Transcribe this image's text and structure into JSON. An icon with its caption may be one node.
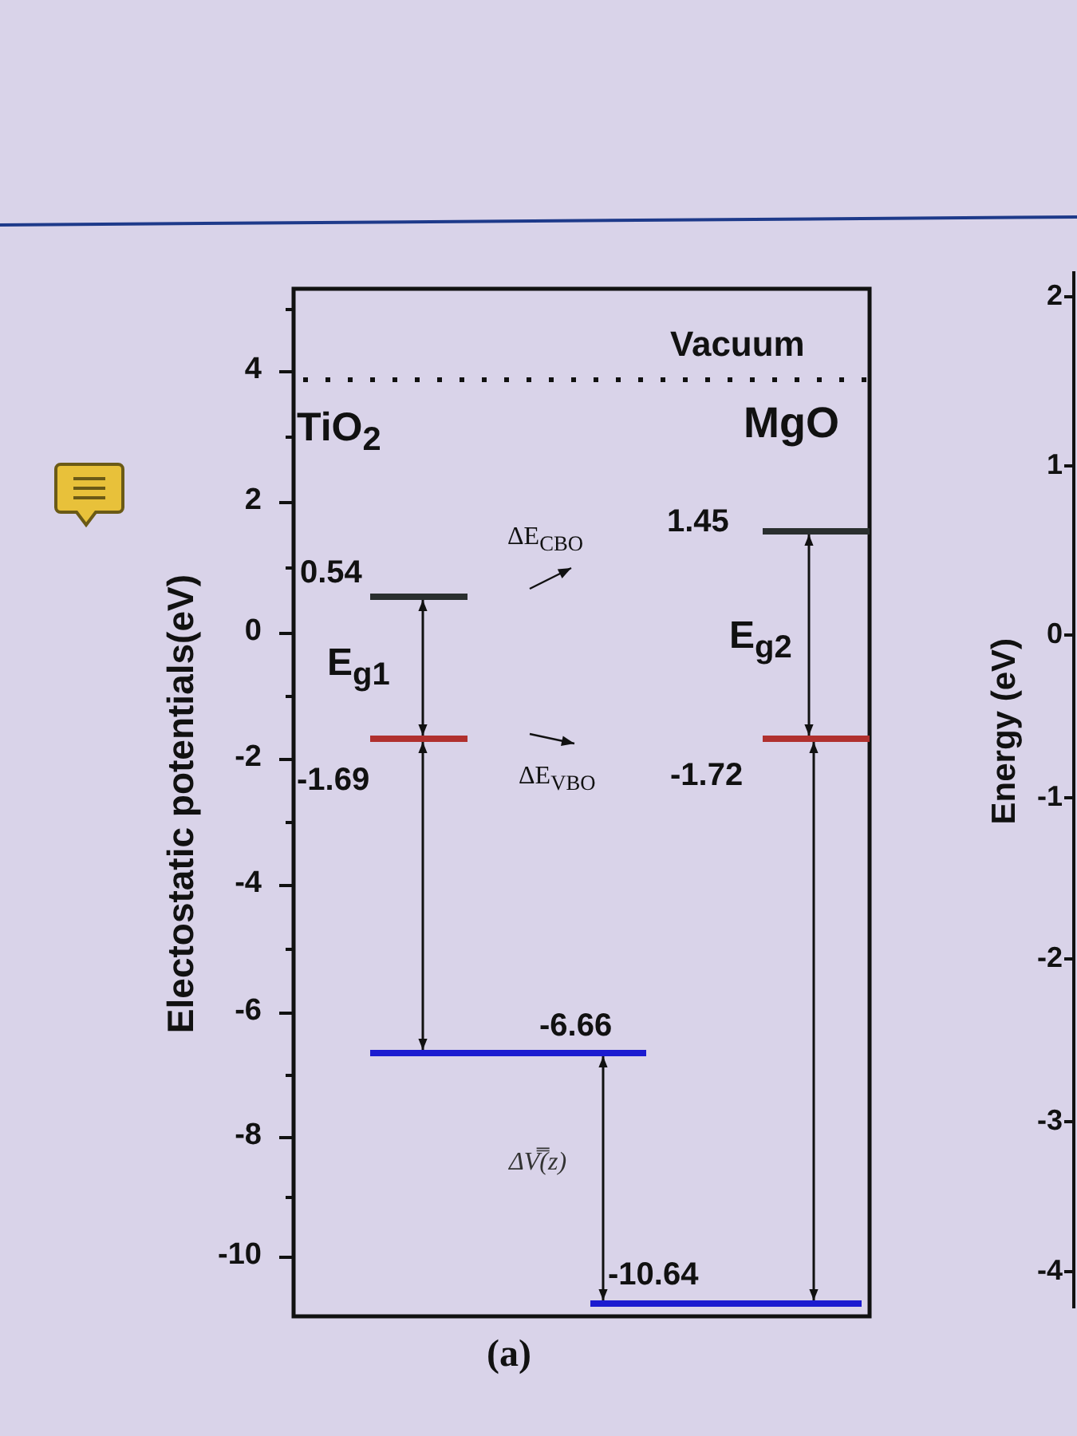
{
  "diagram": {
    "nodes": [
      {
        "text": [],
        "shape": "bar",
        "beside": [
          "0.54"
        ]
      },
      {
        "text": [],
        "shape": "bar",
        "beside": [
          "-1.69"
        ]
      },
      {
        "text": [],
        "shape": "bar",
        "beside": [
          "-6.66"
        ]
      },
      {
        "text": [],
        "shape": "bar",
        "beside": [
          "1.45"
        ]
      },
      {
        "text": [],
        "shape": "bar",
        "beside": [
          "-1.72"
        ]
      },
      {
        "text": [],
        "shape": "bar",
        "beside": [
          "-10.64"
        ]
      }
    ],
    "edges": [
      {
        "from": 0,
        "to": 1,
        "arrow": "both",
        "label": "E$_{g1}$"
      },
      {
        "from": 1,
        "to": 2,
        "arrow": "both"
      },
      {
        "from": 2,
        "to": 5,
        "arrow": "both",
        "label": "ΔV̿(z)"
      },
      {
        "from": 3,
        "to": 4,
        "arrow": "both",
        "label": "E$_{g2}$"
      },
      {
        "from": 4,
        "to": 5,
        "arrow": "both"
      }
    ],
    "labels": [
      "4",
      "2",
      "0",
      "-2",
      "-4",
      "-6",
      "-8",
      "-10",
      "Electostatic potentials(eV)",
      "Vacuum",
      "TiO$_{2}$",
      "MgO",
      "ΔE$_{CBO}$",
      "ΔE$_{VBO}$",
      "(a)",
      "2",
      "1",
      "0",
      "-1",
      "-2",
      "-3",
      "-4",
      "Energy (eV)"
    ]
  }
}
